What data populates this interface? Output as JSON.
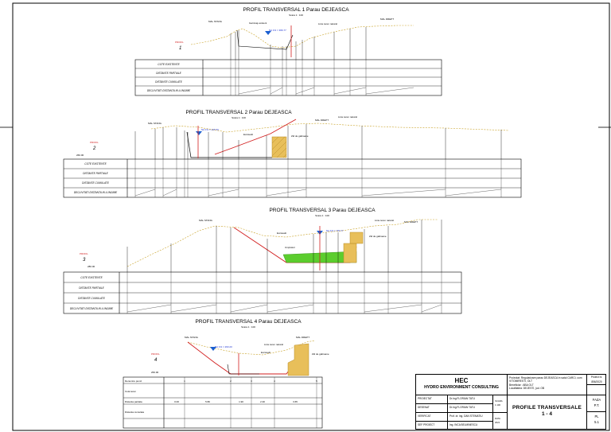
{
  "profiles": [
    {
      "title": "PROFIL TRANSVERSAL 1 Parau DEJEASCA",
      "scale": "Scara 1 : 100",
      "marker": "PROFIL",
      "number": "1",
      "bank_left": "MAL STANG",
      "bank_right": "MAL DREPT",
      "annotations": [
        "Garnisaj existent",
        "Linie teren natural"
      ],
      "water_level": "NA 1% = 366.77",
      "rows": [
        "COTE EXISTENTE",
        "DISTANTE PARTIALE",
        "DISTANTE CUMULATE",
        "DECLIVITATI DISTANTA IN LUNGIME"
      ]
    },
    {
      "title": "PROFIL TRANSVERSAL 2 Parau DEJEASCA",
      "scale": "Scara 1 : 100",
      "marker": "PROFIL",
      "number": "2",
      "bank_left": "MAL STANG",
      "bank_right": "MAL DREPT",
      "annotations": [
        "Linie teren natural",
        "Excavatii",
        "Zid de gabioane"
      ],
      "water_level": "NA 1% = 265.59",
      "datum": "260.00",
      "rows": [
        "COTE EXISTENTE",
        "DISTANTE PARTIALE",
        "DISTANTE CUMULATE",
        "DECLIVITATI DISTANTA IN LUNGIME"
      ]
    },
    {
      "title": "PROFIL TRANSVERSAL 3 Parau DEJEASCA",
      "scale": "Scara 1 : 100",
      "marker": "PROFIL",
      "number": "3",
      "bank_left": "MAL STANG",
      "bank_right": "MAL DREPT",
      "annotations": [
        "Linie teren natural",
        "Excavatii",
        "Umpluturi",
        "Zid de gabioane"
      ],
      "water_level": "NA 1% = 283.77",
      "datum": "280.00",
      "rows": [
        "COTE EXISTENTE",
        "DISTANTE PARTIALE",
        "DISTANTE CUMULATE",
        "DECLIVITATI DISTANTA IN LUNGIME"
      ]
    },
    {
      "title": "PROFIL TRANSVERSAL 4 Parau DEJEASCA",
      "scale": "Scara 1 : 100",
      "marker": "PROFIL",
      "number": "4",
      "bank_left": "MAL STANG",
      "bank_right": "MAL DREPT",
      "annotations": [
        "Linie teren natural",
        "Excavatii",
        "Zid de gabioane"
      ],
      "water_level": "NA 1% = 263.20",
      "datum": "260.00",
      "rows": [
        "Denumire punct",
        "Cota teren",
        "Distanta partiala",
        "Distanta cumulata"
      ],
      "points": [
        "1",
        "2",
        "3",
        "4",
        "5"
      ],
      "partial": [
        "0.00",
        "5.80",
        "1.90",
        "2.30",
        "3.65"
      ]
    }
  ],
  "title_block": {
    "company_short": "HEC",
    "company_full": "HYDRO ENVIRONMENT CONSULTING",
    "project": "Proiectat: Regularizare parau DEJEASCA in satul CARCI, com VITOMIRESTI, OLT",
    "beneficiary": "Beneficiar : ABA OLT",
    "location": "Localitatea: DEJESTI, jud. OB",
    "roles": [
      {
        "role": "PROIECTAT",
        "name": "Dr.Ing.FLORIAN TATU"
      },
      {
        "role": "DESENAT",
        "name": "Dr.Ing.FLORIAN TATU"
      },
      {
        "role": "VERIFICAT",
        "name": "Prof. dr. ing. DAN STEMATIU"
      },
      {
        "role": "SEF PROIECT",
        "name": "Ing. INCA BELMINESCU"
      }
    ],
    "scale_label": "SCARA",
    "scale_value": "1:100",
    "date_label": "DATA",
    "date_value": "2021",
    "project_no_label": "Proiect nr.",
    "project_no": "856/2020",
    "drawing_title": "PROFILE TRANSVERSALE",
    "drawing_range": "1 - 4",
    "phase_label": "FAZA",
    "phase_value": "P.T.",
    "sheet_label": "PL",
    "sheet_value": "5.1"
  }
}
